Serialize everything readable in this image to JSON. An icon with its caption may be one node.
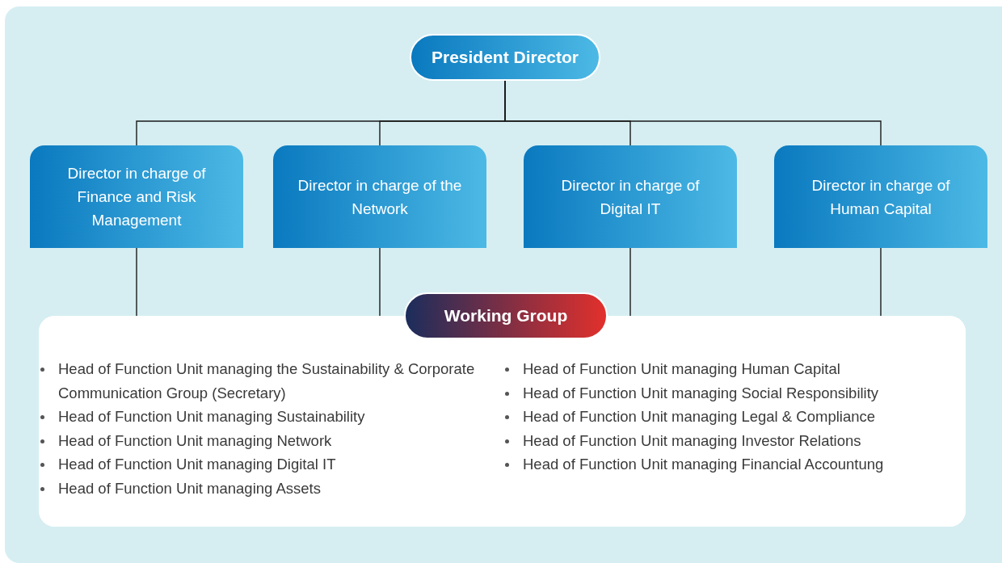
{
  "diagram": {
    "nodes": [
      {
        "text": [
          "President Director"
        ]
      },
      {
        "text": [
          "Director in charge of Finance and Risk Management"
        ]
      },
      {
        "text": [
          "Director in charge of the Network"
        ]
      },
      {
        "text": [
          "Director in charge of Digital IT"
        ]
      },
      {
        "text": [
          "Director in charge of Human Capital"
        ]
      },
      {
        "text": [
          "Working Group",
          "Head of Function Unit managing the Sustainability & Corporate Communication Group (Secretary)",
          "Head of Function Unit managing Sustainability",
          "Head of Function Unit managing Network",
          "Head of Function Unit managing Digital IT",
          "Head of Function Unit managing Assets",
          "Head of Function Unit managing Human Capital",
          "Head of Function Unit managing Social Responsibility",
          "Head of Function Unit managing Legal & Compliance",
          "Head of Function Unit managing Investor Relations",
          "Head of Function Unit managing Financial Accountung"
        ]
      }
    ],
    "edges": [
      {
        "from": 0,
        "to": 1,
        "arrow": "none"
      },
      {
        "from": 0,
        "to": 2,
        "arrow": "none"
      },
      {
        "from": 0,
        "to": 3,
        "arrow": "none"
      },
      {
        "from": 0,
        "to": 4,
        "arrow": "none"
      },
      {
        "from": 1,
        "to": 5,
        "arrow": "none"
      },
      {
        "from": 2,
        "to": 5,
        "arrow": "none"
      },
      {
        "from": 3,
        "to": 5,
        "arrow": "none"
      },
      {
        "from": 4,
        "to": 5,
        "arrow": "none"
      }
    ]
  }
}
